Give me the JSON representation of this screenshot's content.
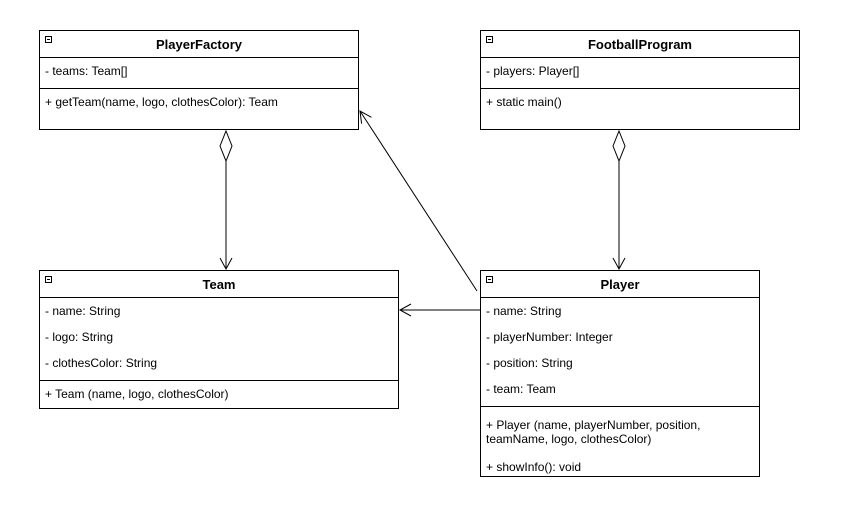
{
  "diagram": {
    "classes": {
      "player_factory": {
        "name": "PlayerFactory",
        "attributes": [
          "- teams: Team[]"
        ],
        "methods": [
          "+ getTeam(name, logo, clothesColor): Team"
        ]
      },
      "football_program": {
        "name": "FootballProgram",
        "attributes": [
          "- players: Player[]"
        ],
        "methods": [
          "+ static main()"
        ]
      },
      "team": {
        "name": "Team",
        "attributes": [
          "- name: String",
          "- logo: String",
          "- clothesColor: String"
        ],
        "methods": [
          "+ Team (name, logo, clothesColor)"
        ]
      },
      "player": {
        "name": "Player",
        "attributes": [
          "- name: String",
          "- playerNumber: Integer",
          "- position: String",
          "- team: Team"
        ],
        "methods": [
          "+ Player (name, playerNumber, position, teamName, logo, clothesColor)",
          "+ showInfo(): void"
        ]
      }
    },
    "relationships": [
      {
        "type": "aggregation",
        "from": "PlayerFactory",
        "to": "Team"
      },
      {
        "type": "aggregation",
        "from": "FootballProgram",
        "to": "Player"
      },
      {
        "type": "association",
        "from": "Player",
        "to": "Team"
      },
      {
        "type": "association",
        "from": "Player",
        "to": "PlayerFactory"
      }
    ]
  }
}
